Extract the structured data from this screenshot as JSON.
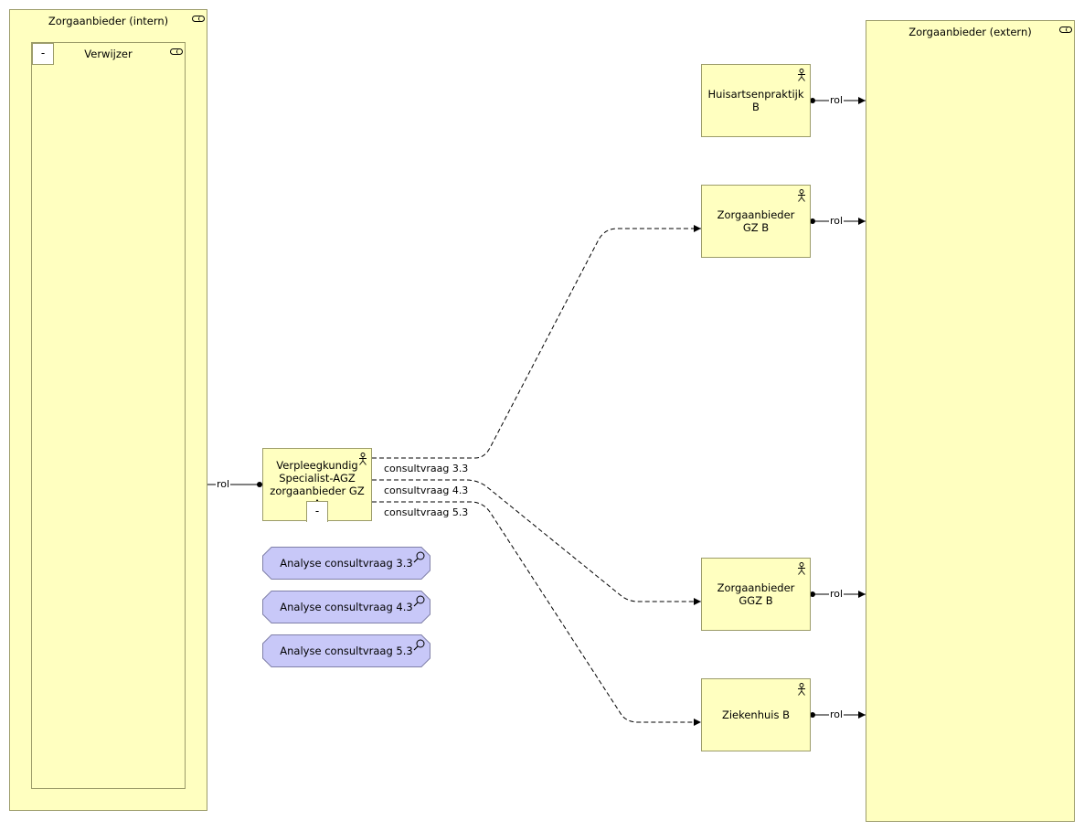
{
  "internal": {
    "title": "Zorgaanbieder (intern)",
    "icon": "role-icon",
    "inner": {
      "title": "Verwijzer",
      "icon": "role-icon",
      "collapse_label": "-"
    }
  },
  "external": {
    "title": "Zorgaanbieder (extern)",
    "icon": "role-icon"
  },
  "actors": {
    "verpleegkundig": {
      "label": "Verpleegkundig Specialist-AGZ zorgaanbieder GZ A",
      "icon": "actor-icon",
      "collapse_label": "-"
    },
    "huisarts": {
      "label": "Huisartsenpraktijk B",
      "icon": "actor-icon"
    },
    "gz_b": {
      "label": "Zorgaanbieder GZ B",
      "icon": "actor-icon"
    },
    "ggz_b": {
      "label": "Zorgaanbieder GGZ B",
      "icon": "actor-icon"
    },
    "ziekenhuis": {
      "label": "Ziekenhuis B",
      "icon": "actor-icon"
    }
  },
  "functions": [
    {
      "label": "Analyse consultvraag 3.3",
      "icon": "search-icon"
    },
    {
      "label": "Analyse consultvraag 4.3",
      "icon": "search-icon"
    },
    {
      "label": "Analyse consultvraag 5.3",
      "icon": "search-icon"
    }
  ],
  "relations": {
    "rol": "rol",
    "flows": [
      "consultvraag 3.3",
      "consultvraag 4.3",
      "consultvraag 5.3"
    ]
  },
  "colors": {
    "element_fill": "#ffffc0",
    "element_border": "#9c9c6a",
    "function_fill": "#c8c8f8",
    "line": "#000000"
  }
}
